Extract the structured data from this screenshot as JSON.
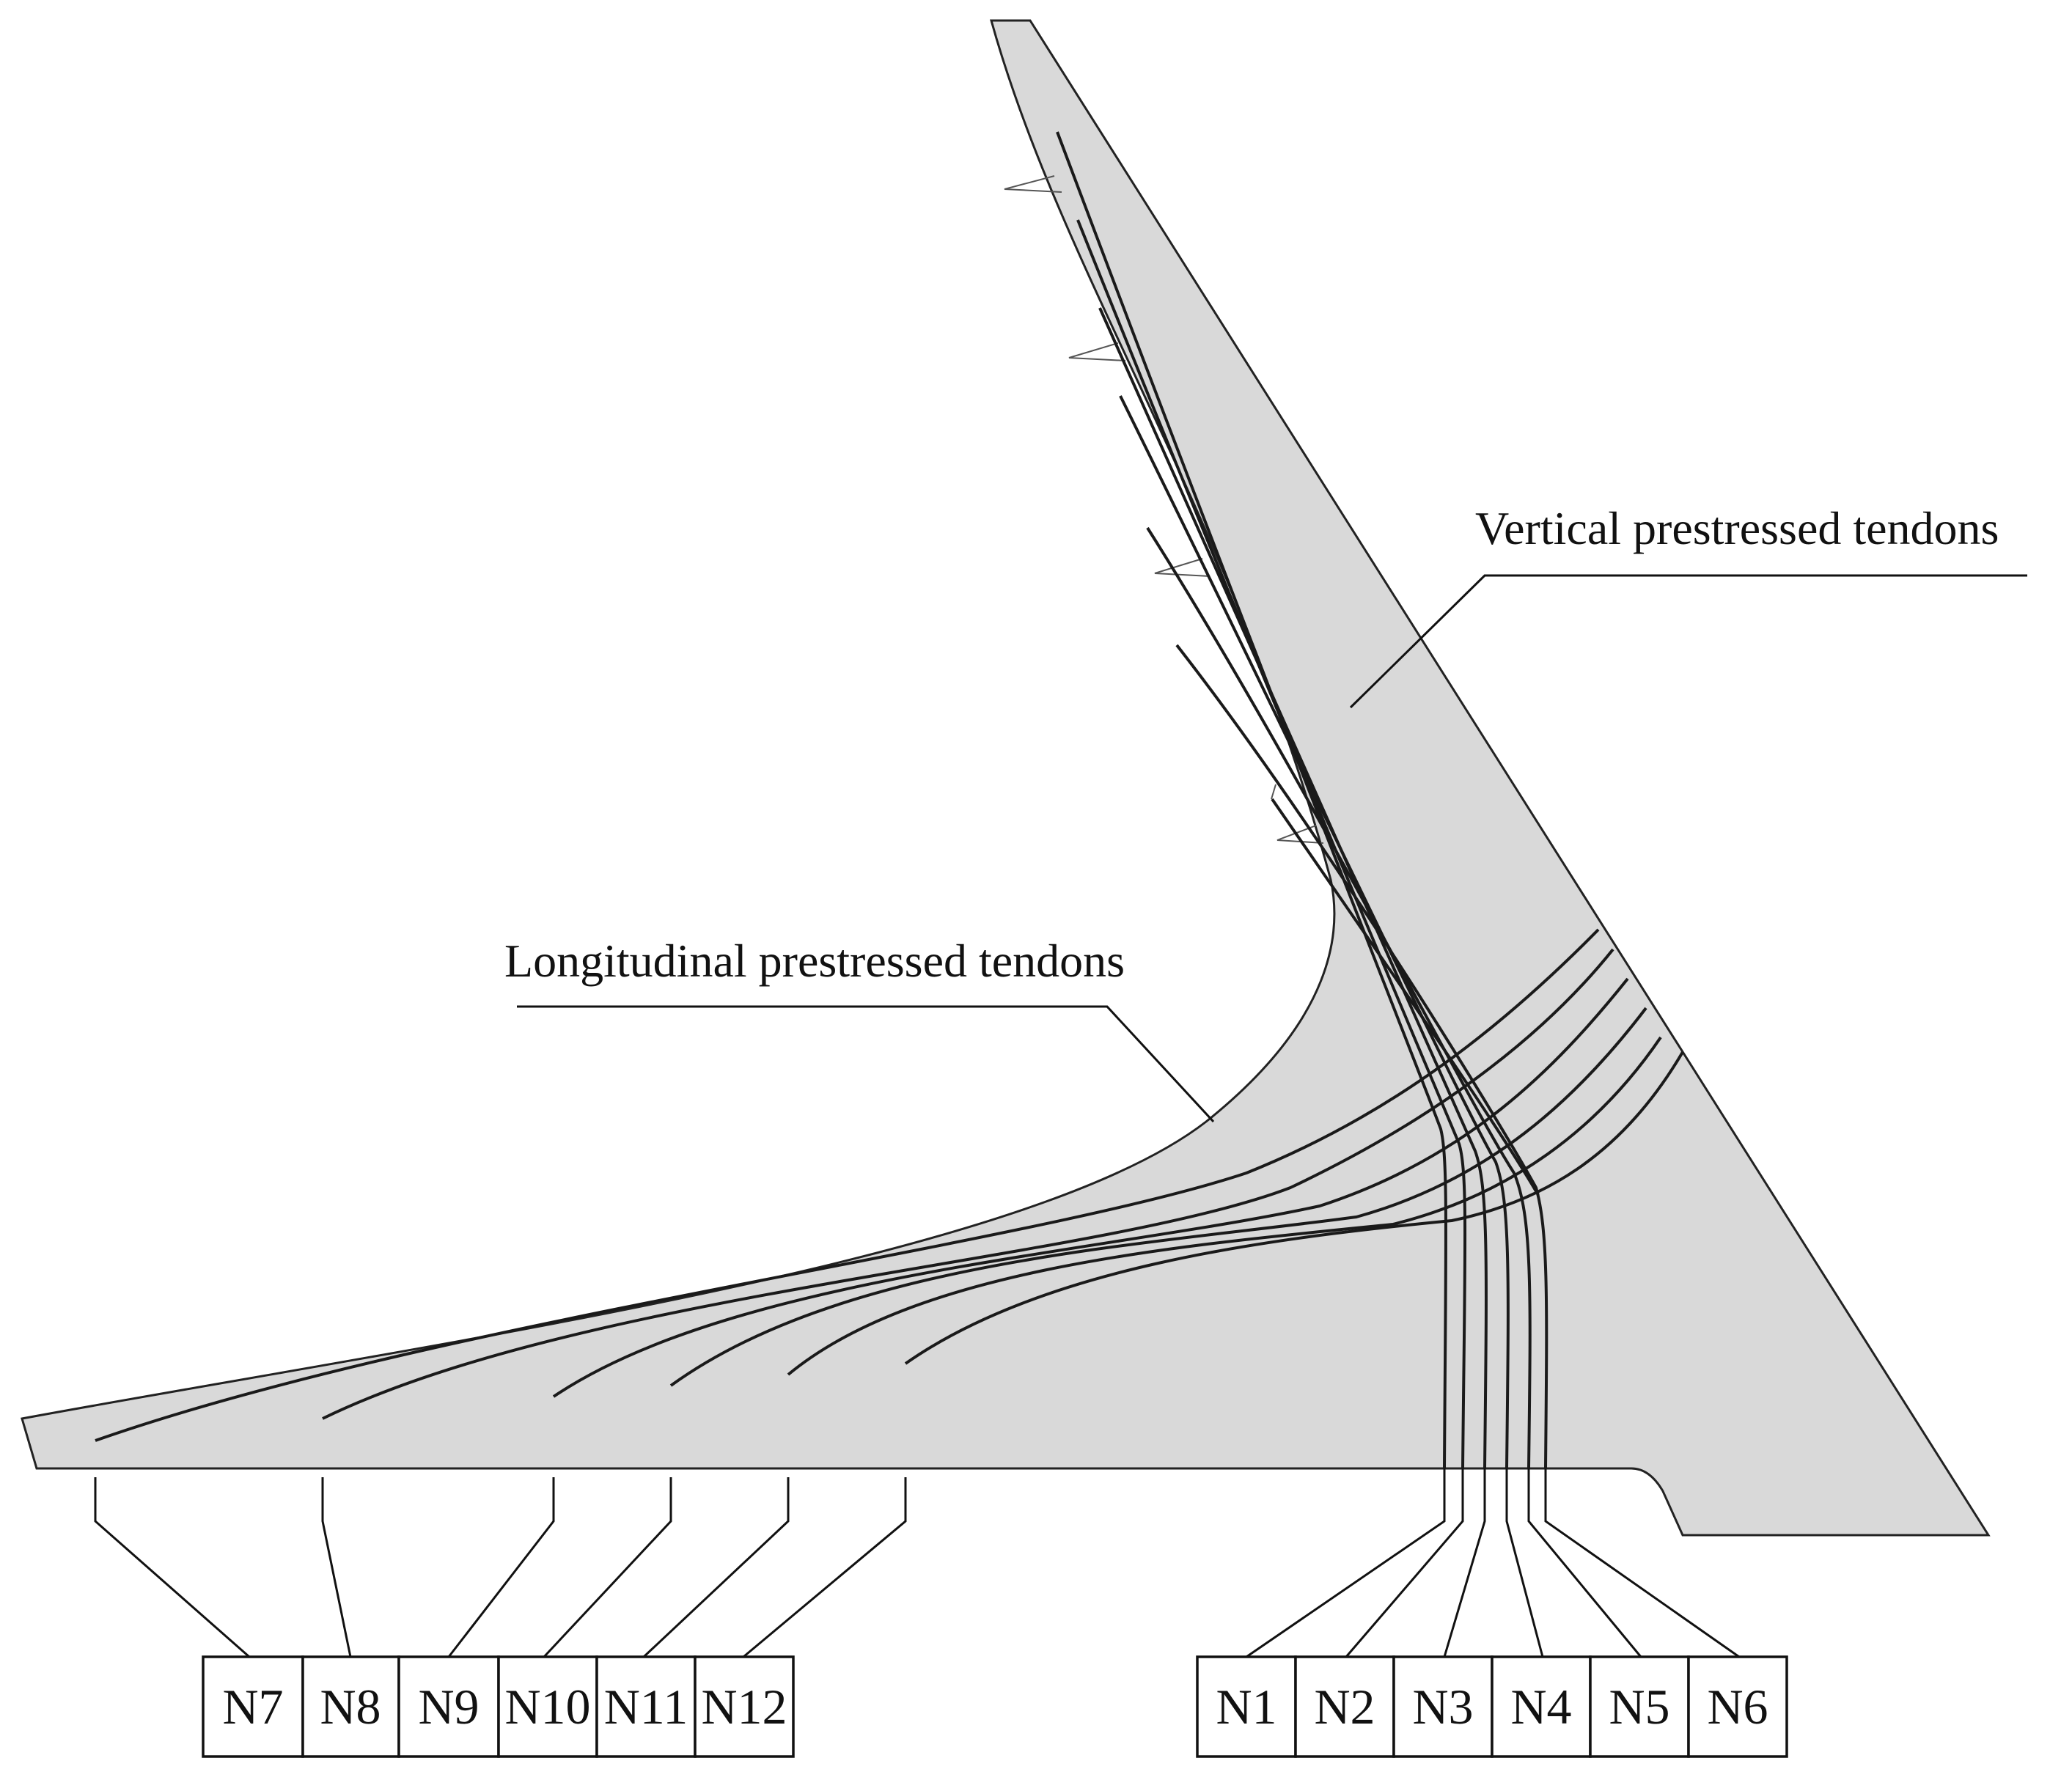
{
  "labels": {
    "vertical": "Vertical prestressed tendons",
    "longitudinal": "Longitudinal prestressed tendons"
  },
  "groups": {
    "vertical_tendons": [
      "N1",
      "N2",
      "N3",
      "N4",
      "N5",
      "N6"
    ],
    "longitudinal_tendons": [
      "N7",
      "N8",
      "N9",
      "N10",
      "N11",
      "N12"
    ]
  },
  "colors": {
    "section_fill": "#d9d9d9",
    "line": "#1a1a1a",
    "background": "#ffffff"
  }
}
